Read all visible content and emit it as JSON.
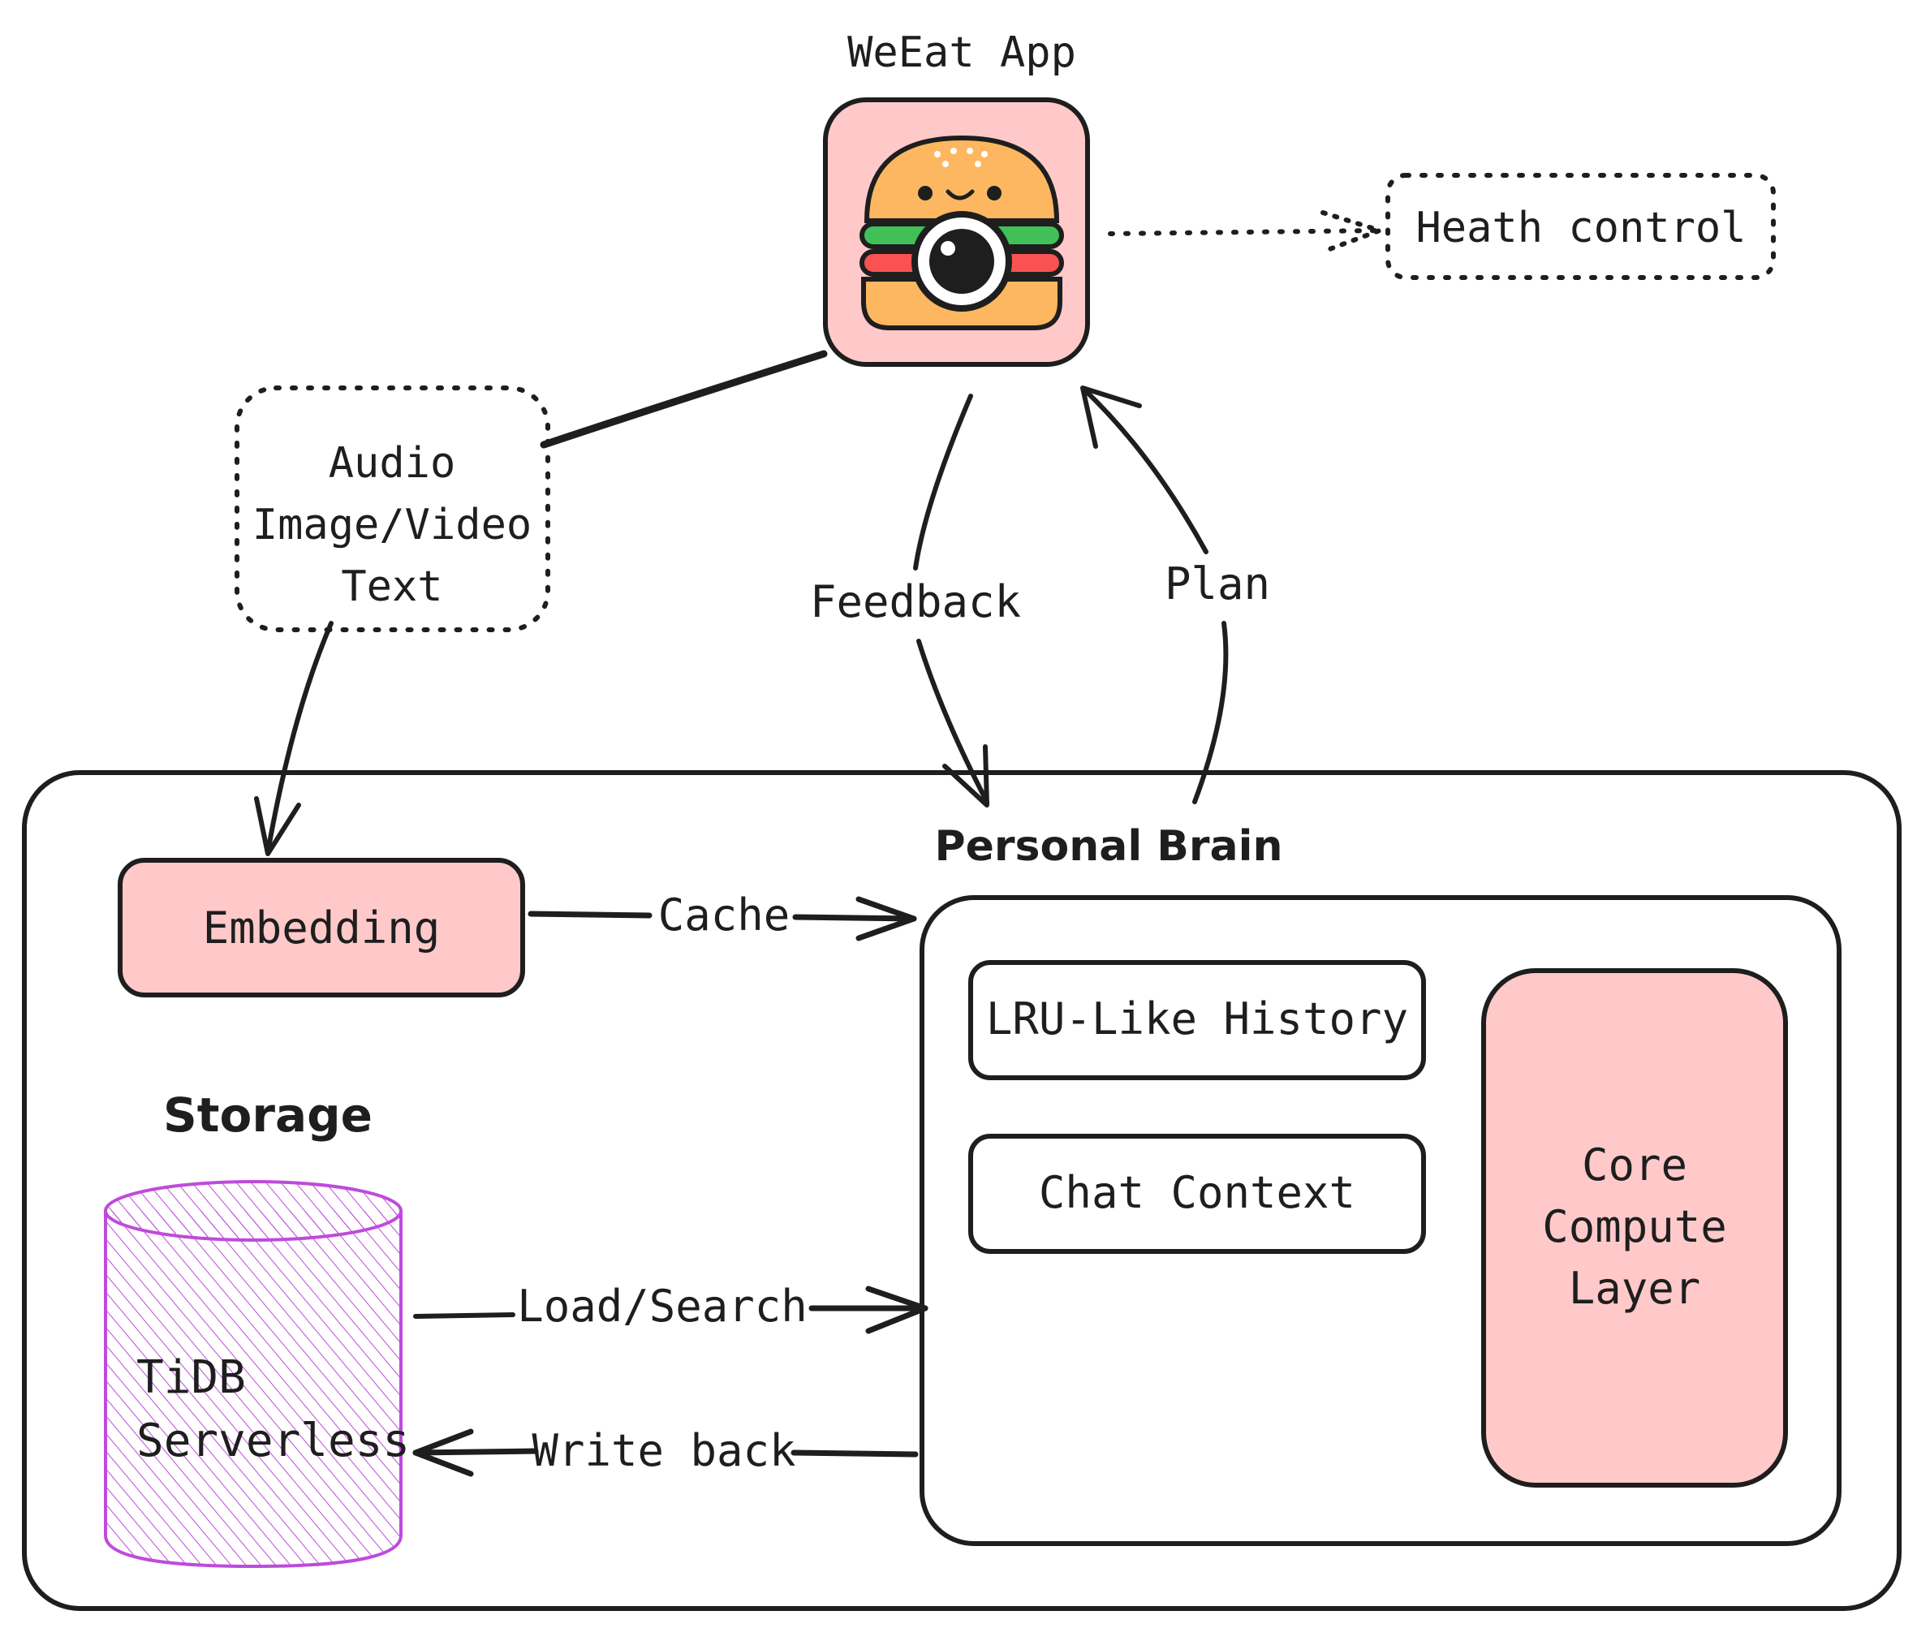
{
  "app": {
    "title": "WeEat App",
    "icon": "burger-camera-icon"
  },
  "health_control": {
    "label": "Heath control"
  },
  "inputs": {
    "lines": [
      "Audio",
      "Image/Video",
      "Text"
    ]
  },
  "edges": {
    "feedback": "Feedback",
    "plan": "Plan",
    "cache": "Cache",
    "load_search": "Load/Search",
    "write_back": "Write back"
  },
  "personal_brain": {
    "title": "Personal Brain",
    "lru": "LRU-Like History",
    "chat_context": "Chat Context",
    "core_lines": [
      "Core",
      "Compute",
      "Layer"
    ]
  },
  "embedding": {
    "label": "Embedding"
  },
  "storage": {
    "title": "Storage",
    "db_lines": [
      "TiDB",
      "Serverless"
    ]
  },
  "colors": {
    "pink": "#ffc9c9",
    "ink": "#1e1e1e",
    "purple": "#be4bdb",
    "bun": "#fcb760",
    "lettuce": "#40c057",
    "tomato": "#fa5252"
  }
}
